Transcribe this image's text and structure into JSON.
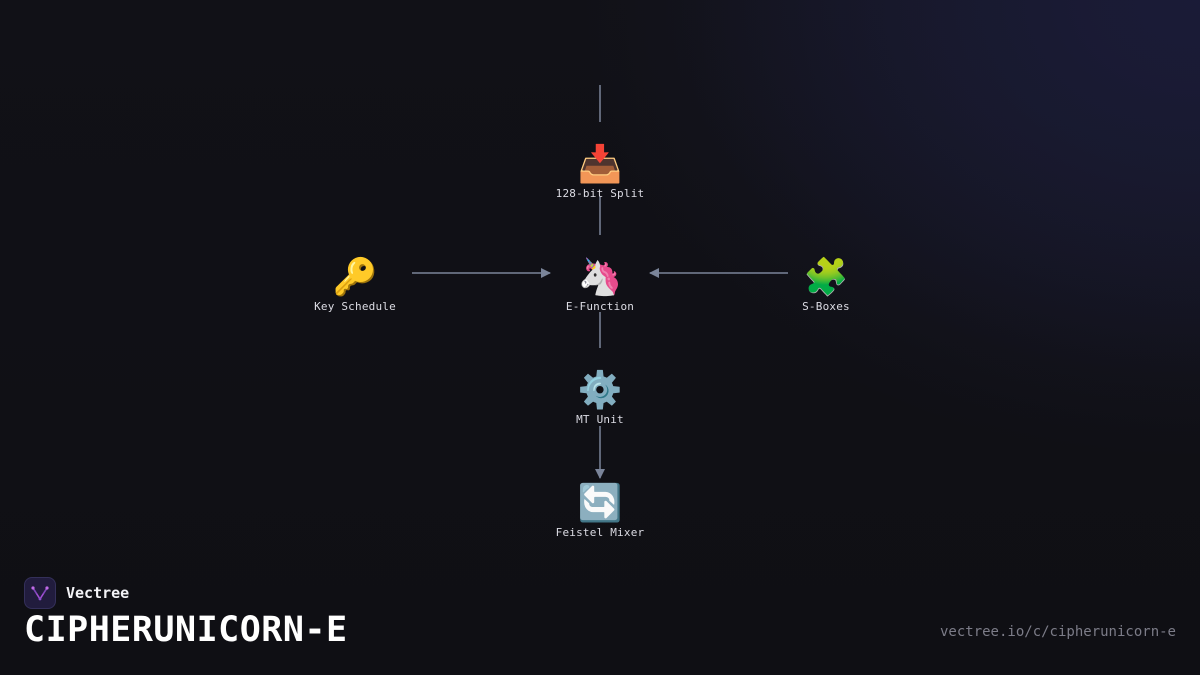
{
  "diagram": {
    "nodes": [
      {
        "id": "split",
        "icon": "inbox-tray-icon",
        "glyph": "📥",
        "label": "128-bit Split"
      },
      {
        "id": "keysched",
        "icon": "key-icon",
        "glyph": "🔑",
        "label": "Key Schedule"
      },
      {
        "id": "efunc",
        "icon": "unicorn-icon",
        "glyph": "🦄",
        "label": "E-Function"
      },
      {
        "id": "sboxes",
        "icon": "puzzle-piece-icon",
        "glyph": "🧩",
        "label": "S-Boxes"
      },
      {
        "id": "mtunit",
        "icon": "gear-icon",
        "glyph": "⚙️",
        "label": "MT Unit"
      },
      {
        "id": "feistel",
        "icon": "cycle-arrows-icon",
        "glyph": "🔄",
        "label": "Feistel Mixer"
      }
    ],
    "edges": [
      {
        "from": "top",
        "to": "split",
        "arrow": false
      },
      {
        "from": "split",
        "to": "efunc",
        "arrow": false
      },
      {
        "from": "keysched",
        "to": "efunc",
        "arrow": true
      },
      {
        "from": "sboxes",
        "to": "efunc",
        "arrow": true
      },
      {
        "from": "efunc",
        "to": "mtunit",
        "arrow": false
      },
      {
        "from": "mtunit",
        "to": "feistel",
        "arrow": true
      }
    ],
    "edge_color": "#7a8499"
  },
  "brand": {
    "name": "Vectree",
    "logo_icon": "vectree-logo-icon",
    "accent": "#a24fd6"
  },
  "footer": {
    "title": "CIPHERUNICORN-E",
    "url": "vectree.io/c/cipherunicorn-e"
  }
}
